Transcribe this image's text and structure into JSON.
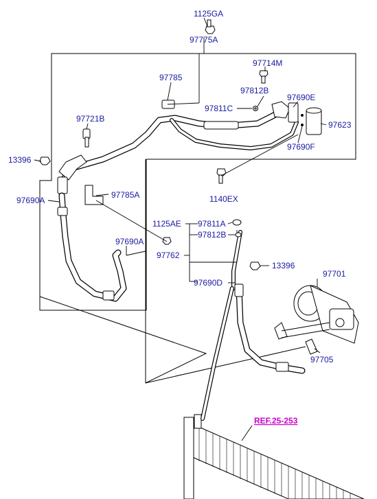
{
  "labels": {
    "l_1125GA_top": "1125GA",
    "l_97775A": "97775A",
    "l_97785": "97785",
    "l_97714M": "97714M",
    "l_97812B_top": "97812B",
    "l_97811C": "97811C",
    "l_97690E": "97690E",
    "l_97623": "97623",
    "l_97690F": "97690F",
    "l_97721B": "97721B",
    "l_13396_left": "13396",
    "l_1140EX": "1140EX",
    "l_97785A": "97785A",
    "l_97690A_left": "97690A",
    "l_1125AE": "1125AE",
    "l_97811A": "97811A",
    "l_97812B_mid": "97812B",
    "l_97762": "97762",
    "l_97690A_mid": "97690A",
    "l_13396_right": "13396",
    "l_97690D": "97690D",
    "l_97701": "97701",
    "l_97705": "97705",
    "l_ref": "REF.25-253"
  },
  "colors": {
    "label_text": "#1a1aa0",
    "reference_link": "#cc00cc",
    "line_art": "#000000",
    "background": "#ffffff"
  }
}
